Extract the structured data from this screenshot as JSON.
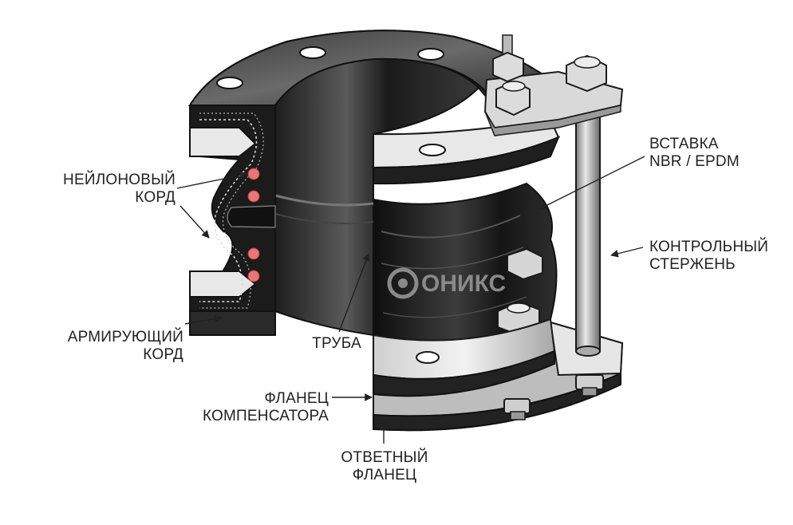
{
  "labels": {
    "nylon_cord": [
      "НЕЙЛОНОВЫЙ",
      "КОРД"
    ],
    "reinforcing_cord": [
      "АРМИРУЮЩИЙ",
      "КОРД"
    ],
    "pipe": "ТРУБА",
    "compensator_flange": [
      "ФЛАНЕЦ",
      "КОМПЕНСАТОРА"
    ],
    "counter_flange": [
      "ОТВЕТНЫЙ",
      "ФЛАНЕЦ"
    ],
    "insert": [
      "ВСТАВКА",
      "NBR / EPDM"
    ],
    "control_rod": [
      "КОНТРОЛЬНЫЙ",
      "СТЕРЖЕНЬ"
    ]
  },
  "brand": "ОНИКС",
  "colors": {
    "metal_dark": "#2b2b2b",
    "metal_mid": "#8a8a8a",
    "metal_light": "#d9d9d9",
    "rubber": "#1c1c1c",
    "cord_dot": "#e87878",
    "text": "#222222"
  }
}
